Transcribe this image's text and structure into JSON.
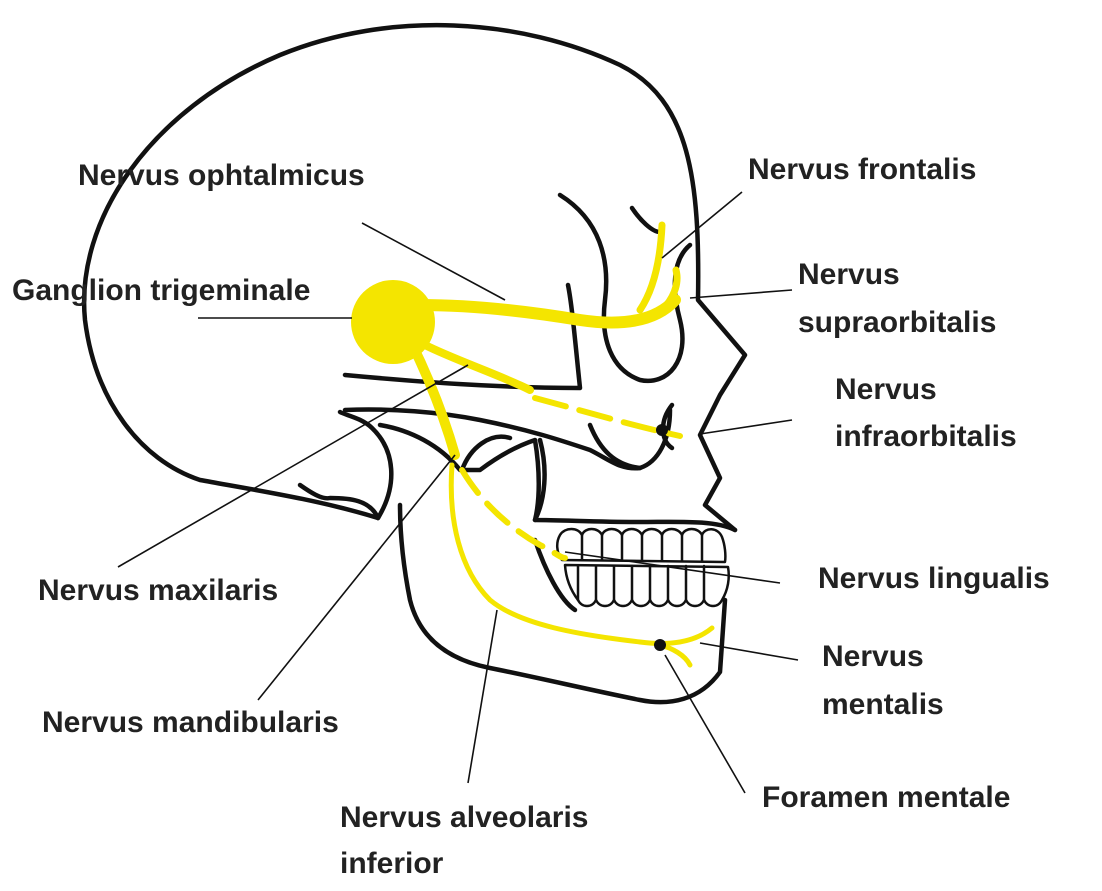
{
  "diagram": {
    "nerve_color": "#f4e500",
    "outline_color": "#111111",
    "labels": {
      "ophtalmicus": "Nervus ophtalmicus",
      "ganglion": "Ganglion trigeminale",
      "frontalis": "Nervus frontalis",
      "supraorbitalis_1": "Nervus",
      "supraorbitalis_2": "supraorbitalis",
      "infraorbitalis_1": "Nervus",
      "infraorbitalis_2": "infraorbitalis",
      "maxilaris": "Nervus maxilaris",
      "lingualis": "Nervus lingualis",
      "mentalis_1": "Nervus",
      "mentalis_2": "mentalis",
      "mandibularis": "Nervus mandibularis",
      "foramen": "Foramen mentale",
      "alveolaris_1": "Nervus alveolaris",
      "alveolaris_2": "inferior"
    }
  }
}
